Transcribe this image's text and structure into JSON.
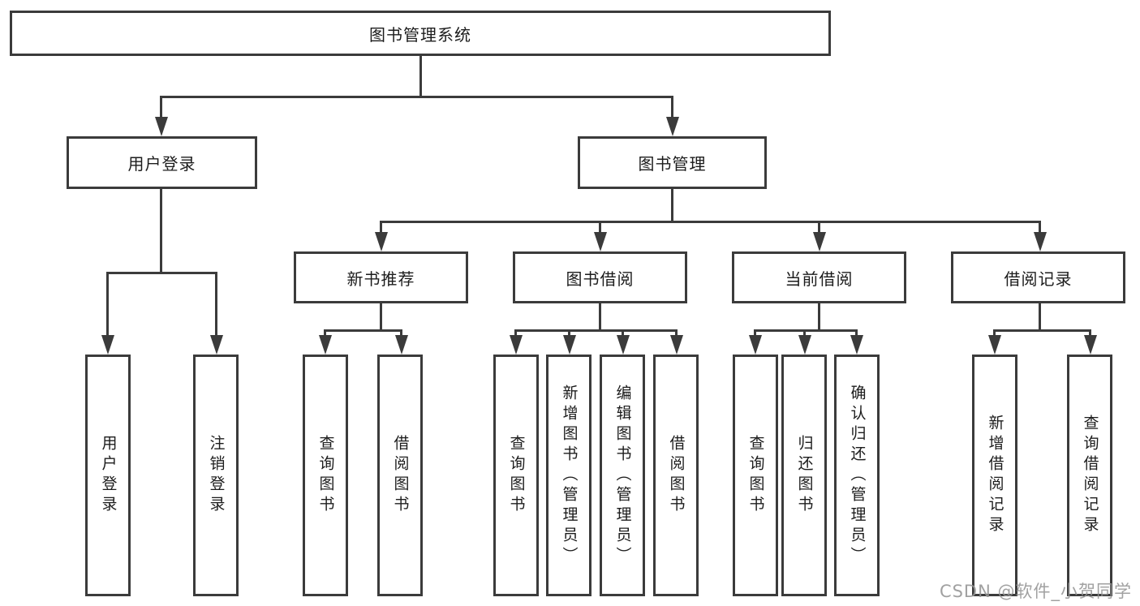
{
  "tree": {
    "label": "图书管理系统",
    "children": [
      {
        "label": "用户登录",
        "children": [
          {
            "label": "用户登录"
          },
          {
            "label": "注销登录"
          }
        ]
      },
      {
        "label": "图书管理",
        "children": [
          {
            "label": "新书推荐",
            "children": [
              {
                "label": "查询图书"
              },
              {
                "label": "借阅图书"
              }
            ]
          },
          {
            "label": "图书借阅",
            "children": [
              {
                "label": "查询图书"
              },
              {
                "label": "新增图书（管理员）"
              },
              {
                "label": "编辑图书（管理员）"
              },
              {
                "label": "借阅图书"
              }
            ]
          },
          {
            "label": "当前借阅",
            "children": [
              {
                "label": "查询图书"
              },
              {
                "label": "归还图书"
              },
              {
                "label": "确认归还（管理员）"
              }
            ]
          },
          {
            "label": "借阅记录",
            "children": [
              {
                "label": "新增借阅记录"
              },
              {
                "label": "查询借阅记录"
              }
            ]
          }
        ]
      }
    ]
  },
  "watermark": {
    "text": "CSDN @软件_小贺同学"
  },
  "colors": {
    "line": "#3b3b3b",
    "box_border": "#3b3b3b",
    "box_background": "#ffffff",
    "text": "#1c1c1c",
    "watermark": "#949494"
  }
}
